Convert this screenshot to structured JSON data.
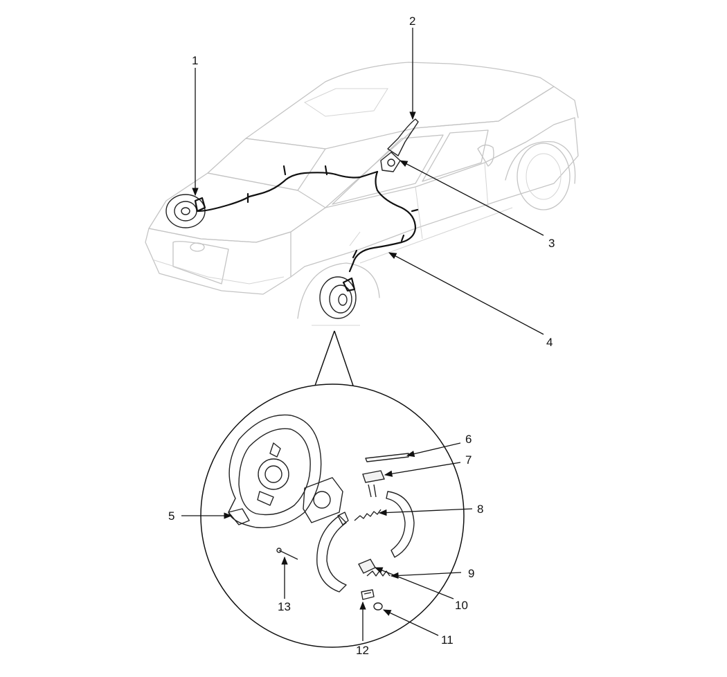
{
  "callouts": [
    {
      "id": "1",
      "label": "1"
    },
    {
      "id": "2",
      "label": "2"
    },
    {
      "id": "3",
      "label": "3"
    },
    {
      "id": "4",
      "label": "4"
    },
    {
      "id": "5",
      "label": "5"
    },
    {
      "id": "6",
      "label": "6"
    },
    {
      "id": "7",
      "label": "7"
    },
    {
      "id": "8",
      "label": "8"
    },
    {
      "id": "9",
      "label": "9"
    },
    {
      "id": "10",
      "label": "10"
    },
    {
      "id": "11",
      "label": "11"
    },
    {
      "id": "12",
      "label": "12"
    },
    {
      "id": "13",
      "label": "13"
    }
  ],
  "colors": {
    "line": "#111111",
    "car_outline": "#c4c4c4",
    "background": "#ffffff"
  }
}
